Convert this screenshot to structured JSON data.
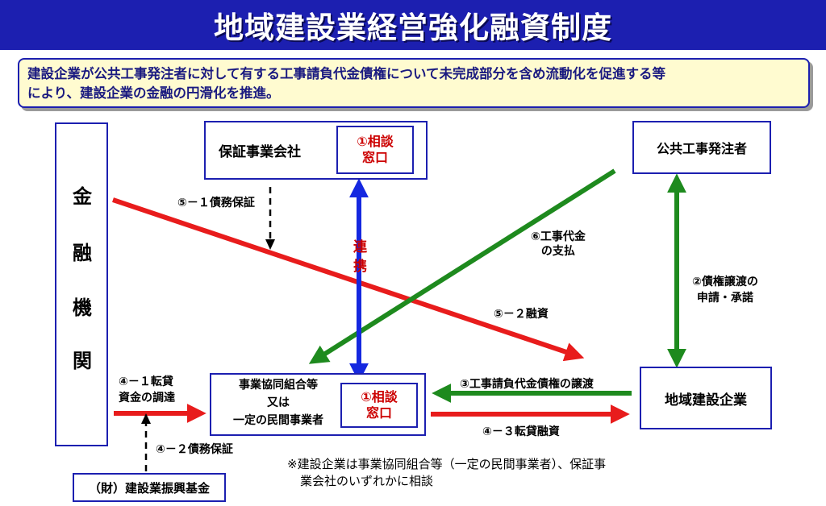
{
  "title": "地域建設業経営強化融資制度",
  "summary": {
    "line1": "建設企業が公共工事発注者に対して有する工事請負代金債権について未完成部分を含め流動化を促進する等",
    "line2": "により、建設企業の金融の円滑化を推進。"
  },
  "financial_institution": {
    "chars": [
      "金",
      "融",
      "機",
      "関"
    ]
  },
  "guarantee_company": {
    "label": "保証事業会社",
    "window_num": "①相談",
    "window_label": "窓口"
  },
  "public_client": {
    "label": "公共工事発注者"
  },
  "cooperative": {
    "label_line1": "事業協同組合等",
    "label_line2": "又は",
    "label_line3": "一定の民間事業者",
    "window_num": "①相談",
    "window_label": "窓口"
  },
  "regional_company": {
    "label": "地域建設企業"
  },
  "foundation": {
    "label": "（財）建設業振興基金"
  },
  "labels": {
    "l5_1": "⑤－１債務保証",
    "renkei_1": "連",
    "renkei_2": "携",
    "l6_line1": "⑥工事代金",
    "l6_line2": "の支払",
    "l2_line1": "②債権譲渡の",
    "l2_line2": "申請・承諾",
    "l5_2": "⑤－２融資",
    "l4_1_line1": "④－１転貸",
    "l4_1_line2": "資金の調達",
    "l3": "③工事請負代金債権の譲渡",
    "l4_3": "④－３転貸融資",
    "l4_2": "④－２債務保証"
  },
  "note": {
    "line1": "※建設企業は事業協同組合等（一定の民間事業者）、保証事",
    "line2": "業会社のいずれかに相談"
  },
  "colors": {
    "frame_blue": "#1c1fb0",
    "arrow_red": "#e81c1c",
    "arrow_green": "#1e8a1e",
    "arrow_blue": "#1528e0",
    "window_text_red": "#cc0000"
  }
}
